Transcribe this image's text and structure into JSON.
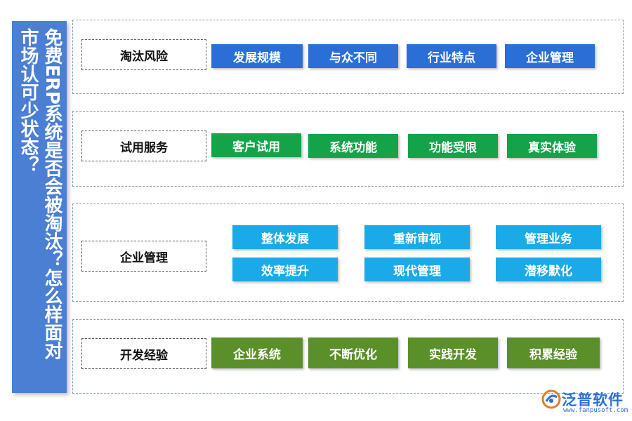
{
  "side_title": {
    "line1": "免费ERP系统是否会被淘汰？怎么样面对",
    "line2": "市场认可少状态？"
  },
  "sections": [
    {
      "label": "淘汰风险",
      "items": [
        "发展规模",
        "与众不同",
        "行业特点",
        "企业管理"
      ]
    },
    {
      "label": "试用服务",
      "items": [
        "客户试用",
        "系统功能",
        "功能受限",
        "真实体验"
      ]
    },
    {
      "label": "企业管理",
      "items": [
        "整体发展",
        "重新审视",
        "管理业务",
        "效率提升",
        "现代管理",
        "潜移默化"
      ]
    },
    {
      "label": "开发经验",
      "items": [
        "企业系统",
        "不断优化",
        "实践开发",
        "积累经验"
      ]
    }
  ],
  "colors": {
    "title_bg": "#4a7fd4",
    "row1": "#2b6fd6",
    "row2": "#15a34a",
    "row3": "#1aaae8",
    "row4": "#5a8f2a"
  },
  "logo": {
    "brand": "泛普软件",
    "url": "www.fanpusoft.com",
    "icon": "fanpu-logo-icon"
  }
}
